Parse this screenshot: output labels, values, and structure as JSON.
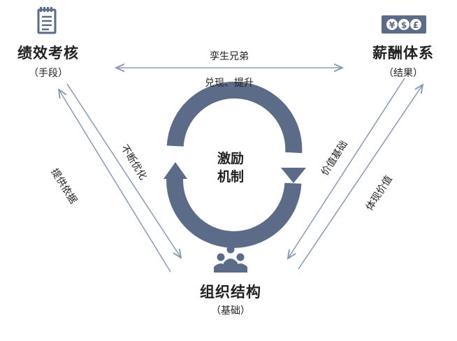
{
  "nodes": {
    "performance": {
      "title": "绩效考核",
      "subtitle": "（手段）",
      "icon": "document-icon"
    },
    "compensation": {
      "title": "薪酬体系",
      "subtitle": "（结果）",
      "icon": "currency-icon"
    },
    "organization": {
      "title": "组织结构",
      "subtitle": "（基础）",
      "icon": "people-icon"
    }
  },
  "center": {
    "line1": "激励",
    "line2": "机制"
  },
  "edges": {
    "top_upper": "孪生兄弟",
    "top_lower": "兑现、提升",
    "left_outer": "提供依据",
    "left_inner": "不断优化",
    "right_inner": "价值基础",
    "right_outer": "体现价值"
  },
  "currency_symbols": [
    "¥",
    "$",
    "£"
  ],
  "colors": {
    "ring": "#5b6b88",
    "arrow": "#8a9ab4",
    "text": "#222222"
  }
}
